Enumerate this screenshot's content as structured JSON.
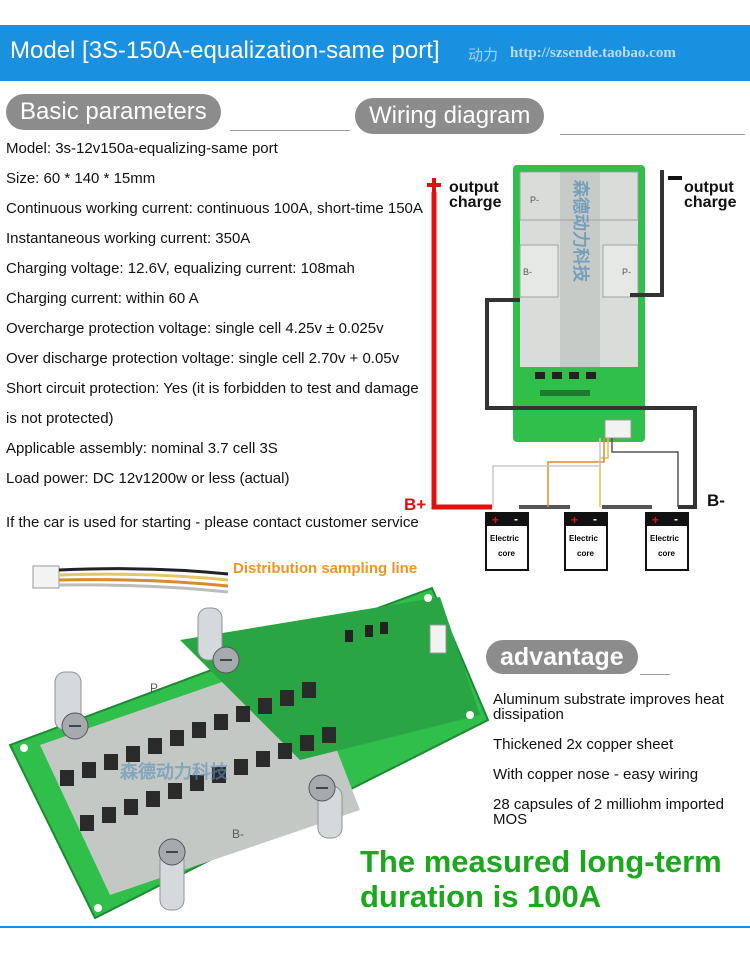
{
  "header": {
    "title": "Model [3S-150A-equalization-same port]",
    "watermark_cn": "动力",
    "url": "http://szsende.taobao.com"
  },
  "basic": {
    "heading": "Basic parameters",
    "params": [
      "Model: 3s-12v150a-equalizing-same port",
      "Size: 60 * 140 * 15mm",
      "Continuous working current: continuous 100A, short-time 150A",
      "Instantaneous working current: 350A",
      "Charging voltage: 12.6V, equalizing current: 108mah",
      "Charging current: within 60 A",
      "Overcharge protection voltage: single cell 4.25v ± 0.025v",
      "Over discharge protection voltage: single cell 2.70v + 0.05v",
      "Short circuit protection: Yes (it is forbidden to test and damage",
      "is not protected)",
      "Applicable assembly: nominal 3.7 cell 3S",
      "Load power: DC 12v1200w or less (actual)"
    ],
    "note": "If the car is used for starting - please contact customer service"
  },
  "wiring": {
    "heading": "Wiring diagram",
    "plus_sign": "+",
    "minus_sign": "-",
    "output_left": [
      "output",
      "charge"
    ],
    "output_right": [
      "output",
      "charge"
    ],
    "b_plus": "B+",
    "b_minus": "B-",
    "pad_p_minus": "P-",
    "pad_b_minus": "B-",
    "board_watermark": "森德动力科技",
    "cell_label": [
      "Electric",
      "core"
    ],
    "cell_count": 3
  },
  "photo": {
    "distribution_label": "Distribution sampling line",
    "pad_p_minus": "P-",
    "pad_b_minus": "B-",
    "watermark": "森德动力科技"
  },
  "advantage": {
    "heading": "advantage",
    "items": [
      "Aluminum substrate improves heat dissipation",
      "Thickened 2x copper sheet",
      "With copper nose - easy wiring",
      "28 capsules of 2 milliohm imported MOS"
    ]
  },
  "measured": [
    "The measured long-term",
    "duration is 100A"
  ],
  "colors": {
    "header_blue": "#1990e0",
    "pill_grey": "#8c8c8c",
    "board_green": "#2fbf4a",
    "wire_red": "#e01010",
    "accent_green": "#1ca81c",
    "label_orange": "#f0961e"
  }
}
